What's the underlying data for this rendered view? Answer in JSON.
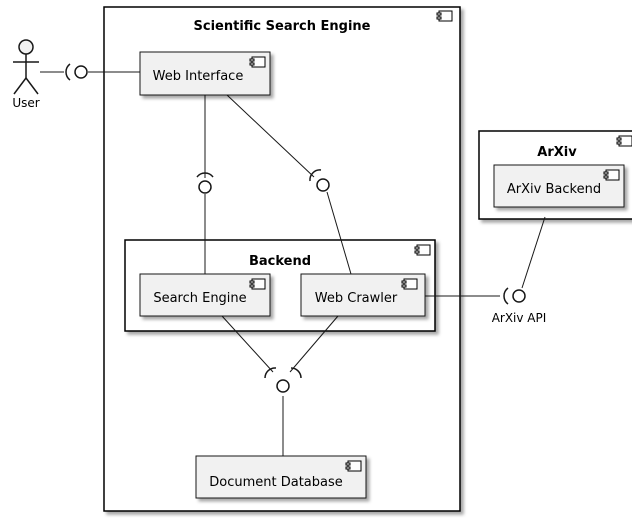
{
  "containers": {
    "main": {
      "title": "Scientific Search Engine"
    },
    "backend": {
      "title": "Backend"
    },
    "arxiv": {
      "title": "ArXiv"
    }
  },
  "components": {
    "web_interface": "Web Interface",
    "search_engine": "Search Engine",
    "web_crawler": "Web Crawler",
    "document_database": "Document Database",
    "arxiv_backend": "ArXiv Backend"
  },
  "actors": {
    "user": "User"
  },
  "interfaces": {
    "arxiv_api": "ArXiv API"
  }
}
